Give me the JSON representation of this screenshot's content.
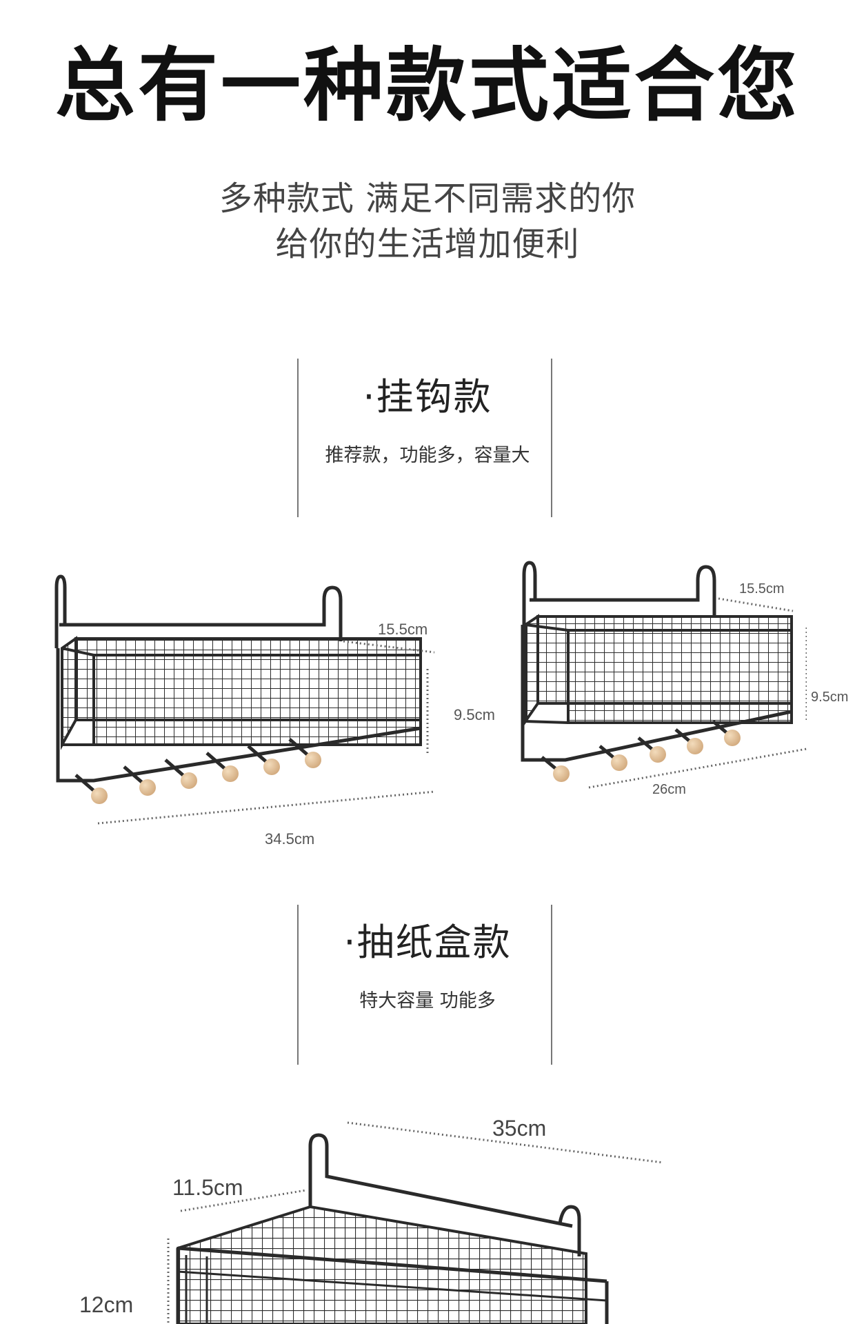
{
  "header": {
    "title": "总有一种款式适合您",
    "subtitle_line1": "多种款式 满足不同需求的你",
    "subtitle_line2": "给你的生活增加便利"
  },
  "sections": [
    {
      "title": "·挂钩款",
      "description": "推荐款，功能多，容量大",
      "products": [
        {
          "depth": "15.5cm",
          "height": "9.5cm",
          "width": "34.5cm"
        },
        {
          "depth": "15.5cm",
          "height": "9.5cm",
          "width": "26cm"
        }
      ]
    },
    {
      "title": "·抽纸盒款",
      "description": "特大容量 功能多",
      "products": [
        {
          "width": "35cm",
          "depth": "11.5cm",
          "height": "12cm"
        }
      ]
    }
  ],
  "colors": {
    "wire": "#2a2a2a",
    "wood_ball": "#e2c29b",
    "divider": "#777777"
  }
}
